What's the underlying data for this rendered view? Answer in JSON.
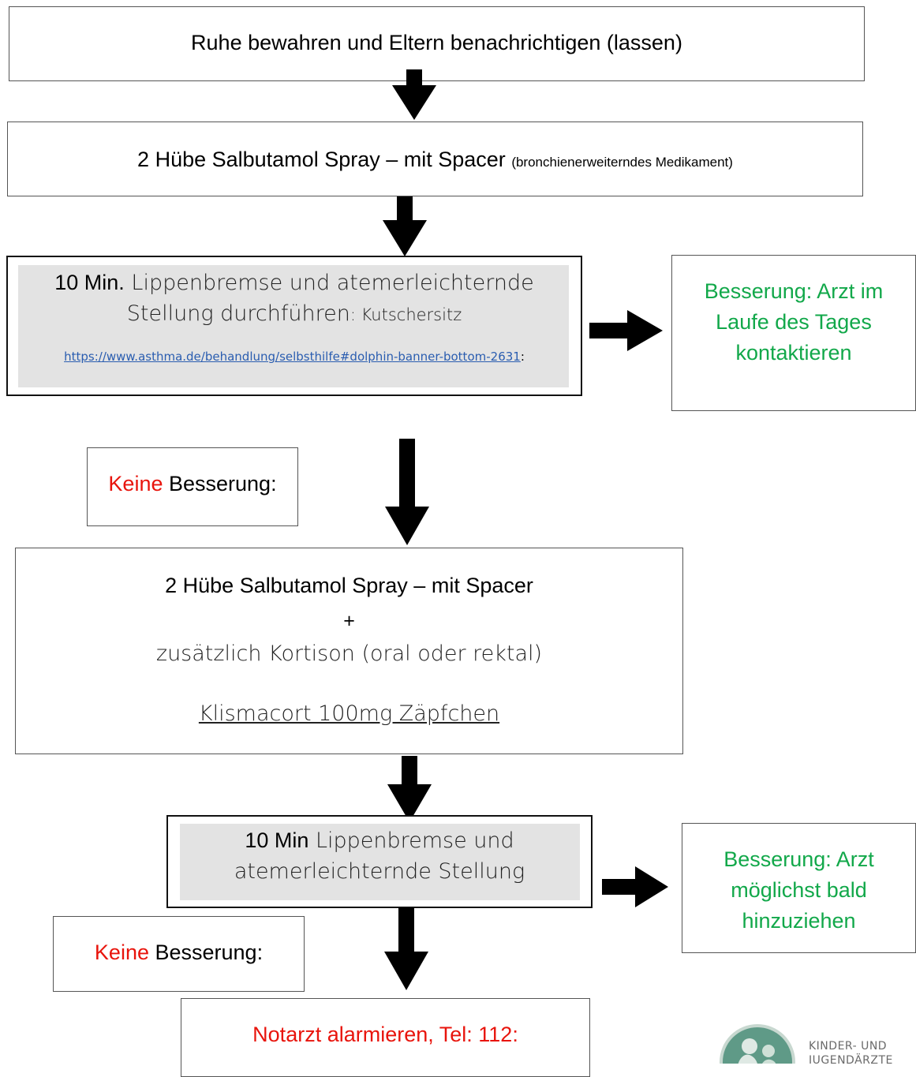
{
  "colors": {
    "red": "#e8140c",
    "green": "#12a84a",
    "link": "#2a5db0",
    "shade": "#e3e3e3"
  },
  "step1": {
    "text": "Ruhe bewahren und Eltern benachrichtigen (lassen)"
  },
  "step2": {
    "main": "2 Hübe Salbutamol Spray – mit Spacer",
    "note": "(bronchienerweiterndes Medikament)"
  },
  "step3": {
    "bold": "10 Min.",
    "line1_rest": " Lippenbremse und atemerleichternde",
    "line2": "Stellung durchführen",
    "line2_small": ": Kutschersitz",
    "link": "https://www.asthma.de/behandlung/selbsthilfe#dolphin-banner-bottom-2631",
    "link_suffix": ":"
  },
  "improve1": {
    "line1": "Besserung: Arzt im",
    "line2": "Laufe des Tages",
    "line3": "kontaktieren"
  },
  "no_improve1": {
    "red": "Keine",
    "rest": " Besserung:"
  },
  "step4": {
    "line1": "2 Hübe Salbutamol Spray – mit Spacer",
    "plus": "+",
    "line2": "zusätzlich Kortison (oral oder rektal)",
    "line3": "Klismacort 100mg Zäpfchen"
  },
  "step5": {
    "bold": "10 Min",
    "line1_rest": " Lippenbremse und",
    "line2": "atemerleichternde Stellung"
  },
  "improve2": {
    "line1": "Besserung: Arzt",
    "line2": "möglichst bald",
    "line3": "hinzuziehen"
  },
  "no_improve2": {
    "red": "Keine",
    "rest": " Besserung:"
  },
  "step6": {
    "text": "Notarzt alarmieren, Tel: 112:"
  },
  "logo": {
    "line1": "KINDER- UND",
    "line2": "JUGENDÄRZTE"
  }
}
